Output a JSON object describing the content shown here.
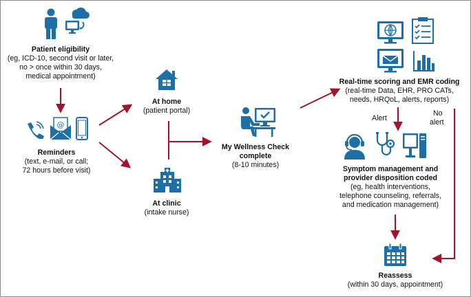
{
  "colors": {
    "icon_blue": "#1d6fa5",
    "arrow_red": "#a1142b"
  },
  "nodes": {
    "eligibility": {
      "title": "Patient eligibility",
      "lines": [
        "(eg, ICD-10, second visit or later,",
        "no > once within 30 days,",
        "medical appointment)"
      ],
      "icons": [
        "person-icon",
        "cloud-sync-computer-icon"
      ]
    },
    "reminders": {
      "title": "Reminders",
      "lines": [
        "(text, e-mail, or call;",
        "72 hours before visit)"
      ],
      "icons": [
        "phone-icon",
        "email-envelope-icon",
        "smartphone-icon"
      ]
    },
    "home": {
      "title": "At home",
      "lines": [
        "(patient portal)"
      ],
      "icons": [
        "house-icon"
      ]
    },
    "clinic": {
      "title": "At clinic",
      "lines": [
        "(intake nurse)"
      ],
      "icons": [
        "hospital-icon"
      ]
    },
    "wellness": {
      "title_lines": [
        "My Wellness Check",
        "complete"
      ],
      "lines": [
        "(8-10 minutes)"
      ],
      "icons": [
        "person-at-computer-icon"
      ]
    },
    "scoring": {
      "title": "Real-time scoring and EMR coding",
      "lines": [
        "(real-time Data, EHR, PRO CATs,",
        "needs, HRQoL, alerts, reports)"
      ],
      "icons": [
        "web-monitor-icon",
        "checklist-icon",
        "email-monitor-icon",
        "bar-chart-icon"
      ]
    },
    "symptom": {
      "title_lines": [
        "Symptom management and",
        "provider disposition coded"
      ],
      "lines": [
        "(eg, health interventions,",
        "telephone counseling, referrals,",
        "and medication management)"
      ],
      "icons": [
        "headset-agent-icon",
        "stethoscope-icon",
        "computer-tower-icon"
      ]
    },
    "reassess": {
      "title": "Reassess",
      "lines": [
        "(within 30 days, appointment)"
      ],
      "icons": [
        "calendar-icon"
      ]
    }
  },
  "branch_labels": {
    "alert": "Alert",
    "no_alert": [
      "No",
      "alert"
    ]
  }
}
